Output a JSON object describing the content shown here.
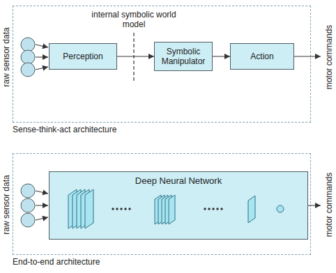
{
  "diagram": {
    "nodes": [
      {
        "text": [
          "Sense-think-act architecture"
        ]
      },
      {
        "text": [
          "Perception"
        ],
        "in": 0
      },
      {
        "text": [
          "Symbolic Manipulator"
        ],
        "in": 0
      },
      {
        "text": [
          "Action"
        ],
        "in": 0
      },
      {
        "text": [
          "End-to-end architecture"
        ]
      },
      {
        "text": [
          "Deep Neural Network"
        ],
        "in": 4
      }
    ],
    "edges": [
      {
        "from": 1,
        "to": 2,
        "arrow": "to"
      },
      {
        "from": 2,
        "to": 3,
        "arrow": "to"
      }
    ],
    "labels": [
      "internal symbolic world model",
      "raw sensor data",
      "motor commands",
      "raw sensor data",
      "motor commands"
    ]
  }
}
